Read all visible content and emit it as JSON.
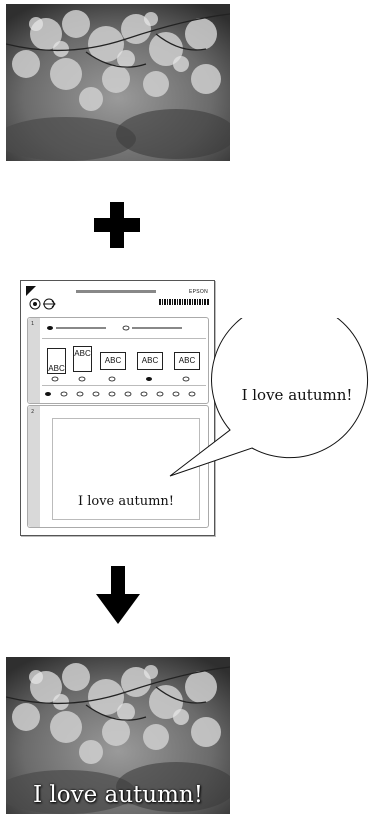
{
  "top_photo": {
    "description_icon": "autumn-maple-leaves-photo"
  },
  "plus_symbol": {
    "icon": "plus-icon"
  },
  "order_sheet": {
    "brand": "EPSON",
    "section_1": {
      "number": "1",
      "layout_options": [
        "ABC",
        "ABC",
        "ABC",
        "ABC",
        "ABC"
      ],
      "selected_layout_index": 3
    },
    "section_2": {
      "number": "2",
      "handwritten_text": "I love autumn!"
    }
  },
  "speech_bubble": {
    "text": "I love autumn!"
  },
  "arrow_symbol": {
    "icon": "down-arrow-icon"
  },
  "result_photo": {
    "caption": "I love autumn!"
  }
}
